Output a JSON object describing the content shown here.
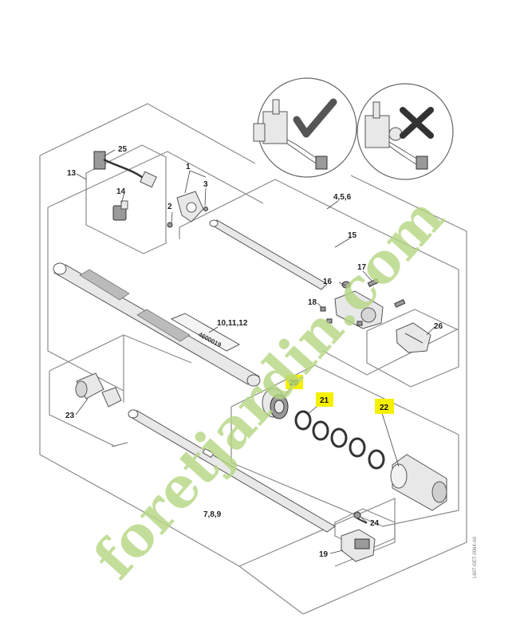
{
  "diagram": {
    "callouts": {
      "c1": "1",
      "c2": "2",
      "c3": "3",
      "c456": "4,5,6",
      "c7": "7,8,9",
      "c10": "10,11,12",
      "c13": "13",
      "c14": "14",
      "c15": "15",
      "c16": "16",
      "c17": "17",
      "c18": "18",
      "c19": "19",
      "c20": "20",
      "c21": "21",
      "c22": "22",
      "c23": "23",
      "c24": "24",
      "c25": "25",
      "c26": "26"
    },
    "highlighted_callouts": [
      "20",
      "21",
      "22"
    ],
    "highlight_color": "#f5f000",
    "document_id": "L607-GET-0064-A0",
    "check_icon": "correct-check-icon",
    "cross_icon": "incorrect-cross-icon"
  },
  "watermark": {
    "text": "foretjardin.com",
    "color": "#b5d682"
  }
}
